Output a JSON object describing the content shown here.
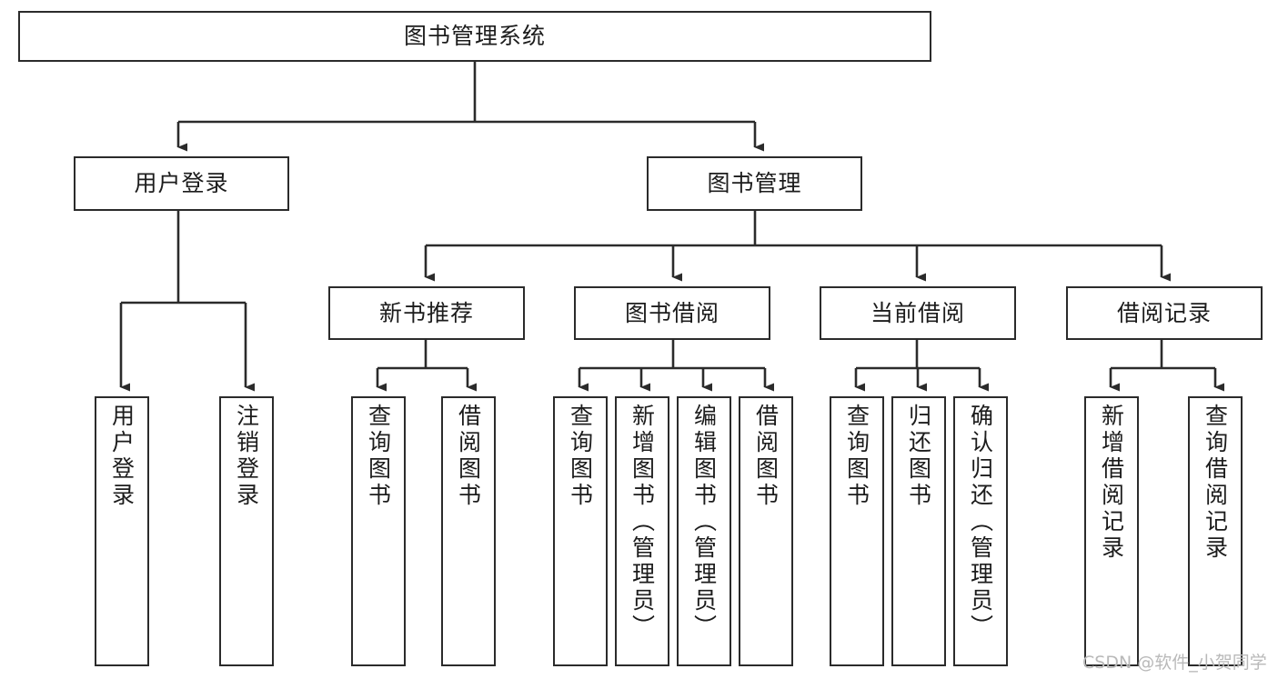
{
  "diagram": {
    "title": "图书管理系统",
    "type": "tree",
    "orientation": "top-down",
    "colors": {
      "box_border": "#2b2b2b",
      "box_fill": "#ffffff",
      "edge": "#2b2b2b",
      "text": "#1c1c1c",
      "watermark": "#b9b9b9",
      "background": "#ffffff"
    },
    "watermark": "CSDN @软件_小贺同学",
    "nodes": {
      "root": {
        "label": "图书管理系统",
        "level": 1
      },
      "level2": [
        {
          "id": "user-login",
          "label": "用户登录"
        },
        {
          "id": "book-manage",
          "label": "图书管理"
        }
      ],
      "level3": [
        {
          "id": "new-book-recommend",
          "label": "新书推荐",
          "parent": "book-manage"
        },
        {
          "id": "book-borrow",
          "label": "图书借阅",
          "parent": "book-manage"
        },
        {
          "id": "current-borrow",
          "label": "当前借阅",
          "parent": "book-manage"
        },
        {
          "id": "borrow-record",
          "label": "借阅记录",
          "parent": "book-manage"
        }
      ],
      "leaves": [
        {
          "id": "leaf-user-login",
          "label": "用户登录",
          "parent": "user-login"
        },
        {
          "id": "leaf-logout-login",
          "label": "注销登录",
          "parent": "user-login"
        },
        {
          "id": "leaf-query-book-1",
          "label": "查询图书",
          "parent": "new-book-recommend"
        },
        {
          "id": "leaf-borrow-book-1",
          "label": "借阅图书",
          "parent": "new-book-recommend"
        },
        {
          "id": "leaf-query-book-2",
          "label": "查询图书",
          "parent": "book-borrow"
        },
        {
          "id": "leaf-add-book",
          "label": "新增图书（管理员）",
          "parent": "book-borrow"
        },
        {
          "id": "leaf-edit-book",
          "label": "编辑图书（管理员）",
          "parent": "book-borrow"
        },
        {
          "id": "leaf-borrow-book-2",
          "label": "借阅图书",
          "parent": "book-borrow"
        },
        {
          "id": "leaf-query-book-3",
          "label": "查询图书",
          "parent": "current-borrow"
        },
        {
          "id": "leaf-return-book",
          "label": "归还图书",
          "parent": "current-borrow"
        },
        {
          "id": "leaf-confirm-return",
          "label": "确认归还（管理员）",
          "parent": "current-borrow"
        },
        {
          "id": "leaf-add-record",
          "label": "新增借阅记录",
          "parent": "borrow-record"
        },
        {
          "id": "leaf-query-record",
          "label": "查询借阅记录",
          "parent": "borrow-record"
        }
      ]
    }
  }
}
